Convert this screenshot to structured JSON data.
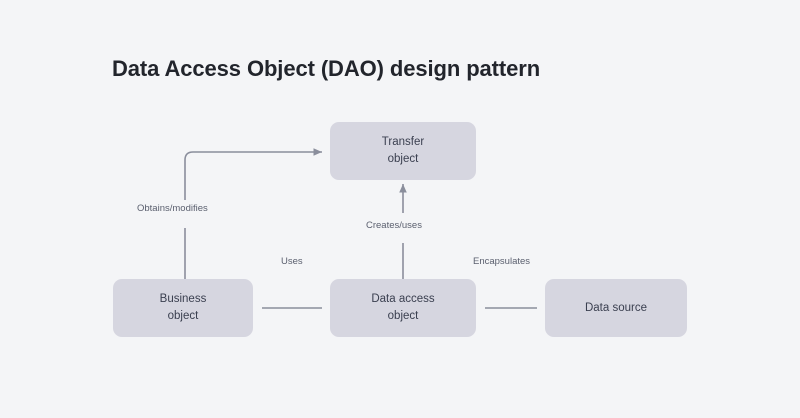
{
  "page": {
    "title": "Data Access Object (DAO) design pattern",
    "background_color": "#f4f5f7",
    "title_color": "#22252c"
  },
  "theme": {
    "node_fill": "#d6d6e0",
    "node_text": "#3a3f4f",
    "connector_color": "#8a8e9c",
    "edge_label_color": "#5a5f6e"
  },
  "diagram": {
    "nodes": [
      {
        "id": "transfer",
        "label": "Transfer\nobject"
      },
      {
        "id": "business",
        "label": "Business\nobject"
      },
      {
        "id": "dao",
        "label": "Data access\nobject"
      },
      {
        "id": "datasource",
        "label": "Data source"
      }
    ],
    "edges": [
      {
        "id": "obtains",
        "label": "Obtains/modifies",
        "from": "business",
        "to": "transfer",
        "arrow": true
      },
      {
        "id": "creates",
        "label": "Creates/uses",
        "from": "dao",
        "to": "transfer",
        "arrow": true
      },
      {
        "id": "uses",
        "label": "Uses",
        "from": "business",
        "to": "dao",
        "arrow": false
      },
      {
        "id": "encaps",
        "label": "Encapsulates",
        "from": "dao",
        "to": "datasource",
        "arrow": false
      }
    ]
  },
  "chart_data": {
    "type": "diagram",
    "title": "Data Access Object (DAO) design pattern",
    "nodes": [
      "Transfer object",
      "Business object",
      "Data access object",
      "Data source"
    ],
    "edges": [
      {
        "source": "Business object",
        "target": "Transfer object",
        "label": "Obtains/modifies",
        "directed": true
      },
      {
        "source": "Data access object",
        "target": "Transfer object",
        "label": "Creates/uses",
        "directed": true
      },
      {
        "source": "Business object",
        "target": "Data access object",
        "label": "Uses",
        "directed": false
      },
      {
        "source": "Data access object",
        "target": "Data source",
        "label": "Encapsulates",
        "directed": false
      }
    ],
    "legend": [],
    "xlabel": "",
    "ylabel": ""
  }
}
